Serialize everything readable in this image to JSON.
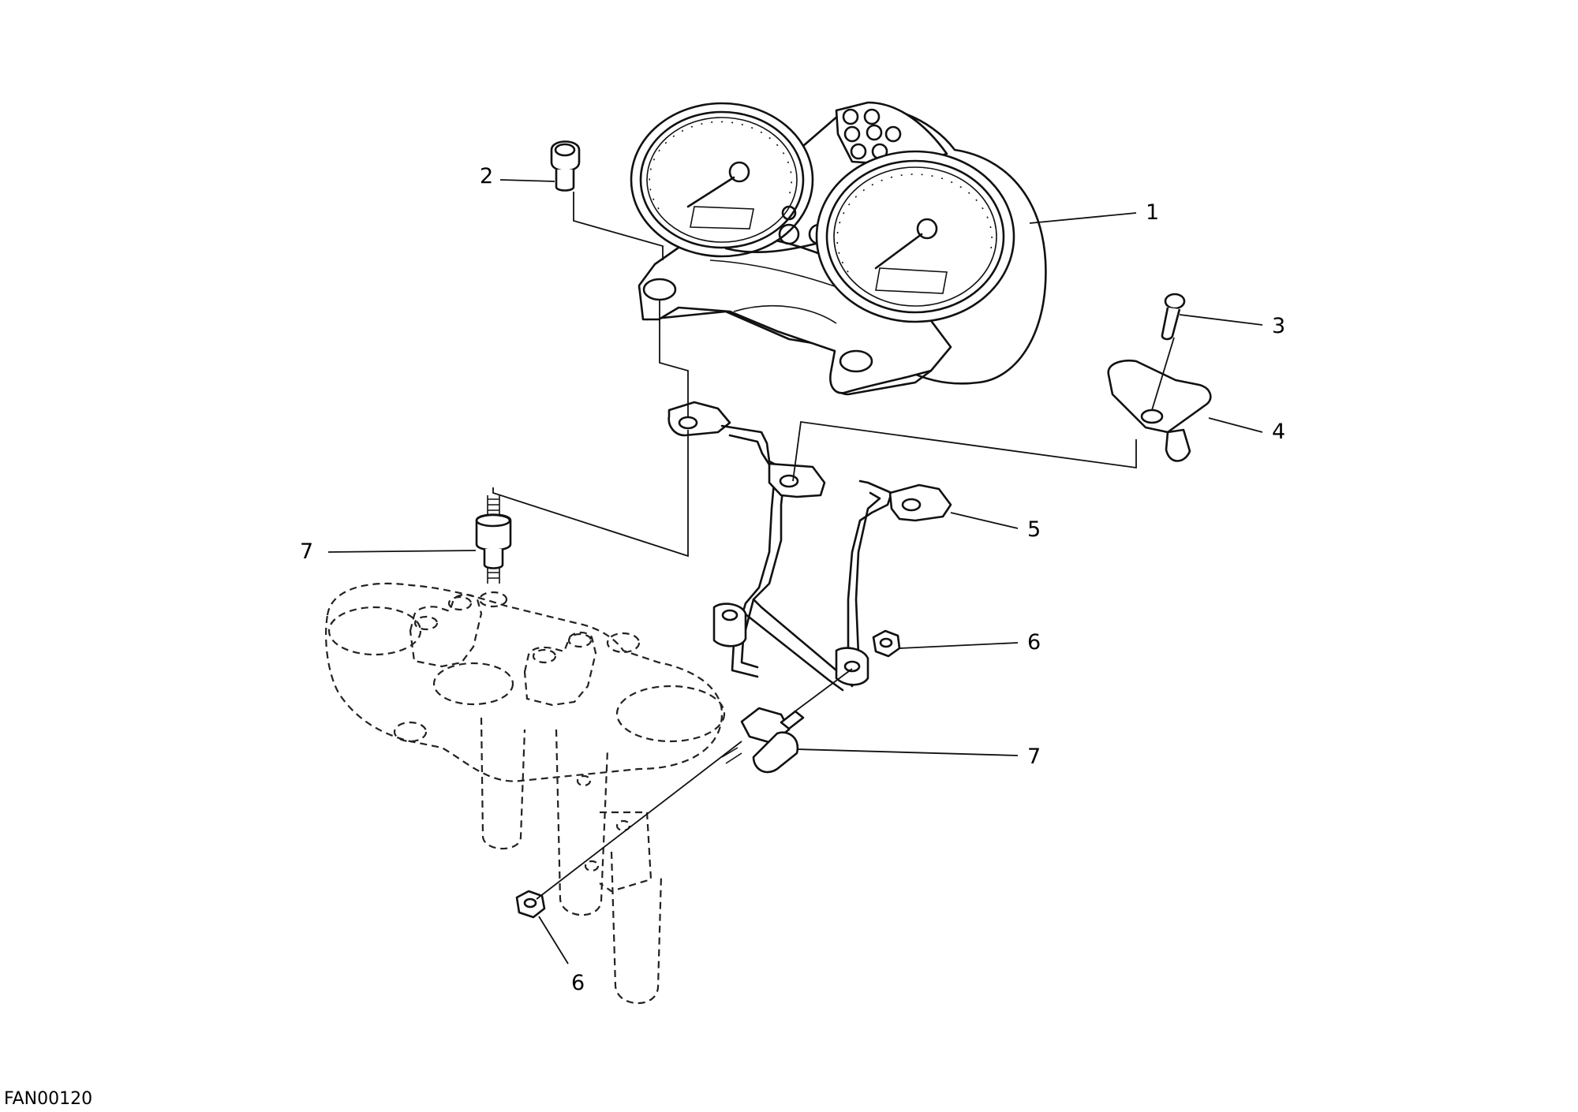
{
  "drawing_code": "FAN00120",
  "callouts": [
    {
      "id": "c1",
      "label": "1"
    },
    {
      "id": "c2",
      "label": "2"
    },
    {
      "id": "c3",
      "label": "3"
    },
    {
      "id": "c4",
      "label": "4"
    },
    {
      "id": "c5",
      "label": "5"
    },
    {
      "id": "c6a",
      "label": "6"
    },
    {
      "id": "c7a",
      "label": "7"
    },
    {
      "id": "c7b",
      "label": "7"
    },
    {
      "id": "c6b",
      "label": "6"
    }
  ]
}
